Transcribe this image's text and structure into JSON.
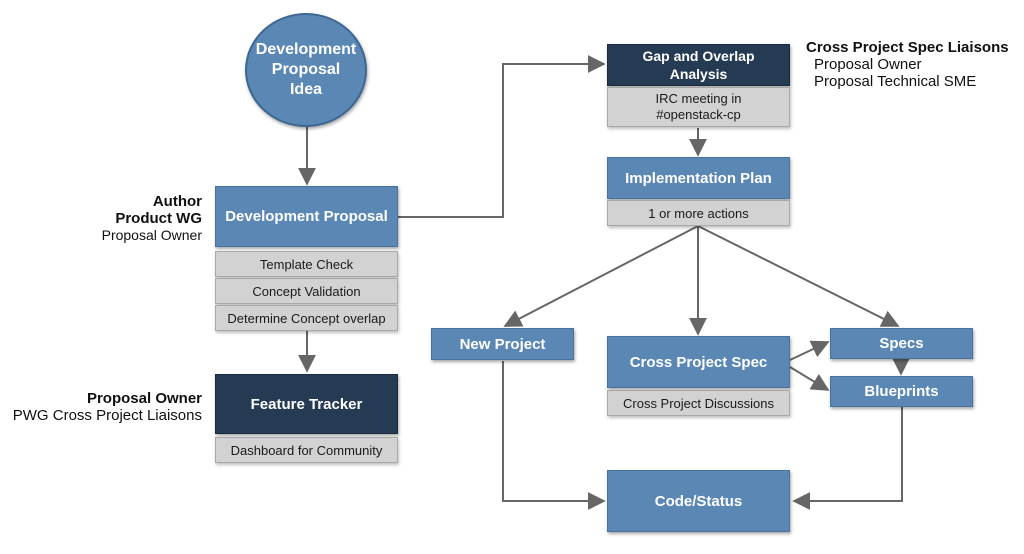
{
  "nodes": {
    "idea": "Development Proposal Idea",
    "dev_proposal": "Development Proposal",
    "template_check": "Template Check",
    "concept_validation": "Concept Validation",
    "determine_overlap": "Determine Concept overlap",
    "feature_tracker": "Feature Tracker",
    "dashboard": "Dashboard for Community",
    "gap_analysis": "Gap and Overlap Analysis",
    "irc_meeting": "IRC meeting in #openstack-cp",
    "impl_plan": "Implementation Plan",
    "actions": "1 or more actions",
    "new_project": "New Project",
    "cross_spec": "Cross Project Spec",
    "cross_discussions": "Cross Project Discussions",
    "specs": "Specs",
    "blueprints": "Blueprints",
    "code_status": "Code/Status"
  },
  "labels": {
    "author": {
      "line1": "Author",
      "line2": "Product WG",
      "line3": "Proposal Owner"
    },
    "owner": {
      "line1": "Proposal Owner",
      "line2": "PWG Cross Project Liaisons"
    },
    "liaisons": {
      "line1": "Cross Project Spec Liaisons",
      "line2": "Proposal Owner",
      "line3": "Proposal Technical SME"
    }
  },
  "colors": {
    "node_blue": "#5b87b5",
    "node_navy": "#253b54",
    "sub_gray": "#d2d2d2",
    "arrow": "#666666"
  }
}
